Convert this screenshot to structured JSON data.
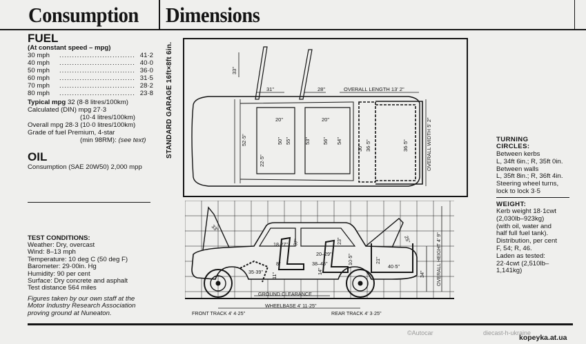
{
  "consumption": {
    "title": "Consumption",
    "fuel": {
      "heading": "FUEL",
      "subheading": "(At constant speed – mpg)",
      "rows": [
        {
          "speed": "30 mph",
          "mpg": "41·2"
        },
        {
          "speed": "40 mph",
          "mpg": "40·0"
        },
        {
          "speed": "50 mph",
          "mpg": "36·0"
        },
        {
          "speed": "60 mph",
          "mpg": "31·5"
        },
        {
          "speed": "70 mph",
          "mpg": "28·2"
        },
        {
          "speed": "80 mph",
          "mpg": "23·8"
        }
      ],
      "typical_label": "Typical mpg",
      "typical_value": "32 (8·8 litres/100km)",
      "calculated_line1": "Calculated (DIN) mpg 27·3",
      "calculated_line2": "(10·4 litres/100km)",
      "overall": "Overall mpg 28·3 (10·0 litres/100km)",
      "grade_line1": "Grade of fuel Premium, 4-star",
      "grade_line2_plain": "(min 98RM):",
      "grade_line2_italic": "(see text)"
    },
    "oil": {
      "heading": "OIL",
      "consumption": "Consumption (SAE 20W50) 2,000 mpp"
    },
    "test_conditions": {
      "heading": "TEST CONDITIONS:",
      "lines": [
        "Weather: Dry, overcast",
        "Wind: 8–13 mph",
        "Temperature: 10 deg C (50 deg F)",
        "Barometer: 29·00in. Hg",
        "Humidity: 90 per cent",
        "Surface: Dry concrete and asphalt",
        "Test distance 564 miles"
      ]
    },
    "footnote": [
      "Figures taken by our own staff at the",
      "Motor Industry Research Association",
      "proving ground at Nuneaton."
    ]
  },
  "dimensions": {
    "title": "Dimensions",
    "garage": "STANDARD GARAGE 16ft×8ft 6in.",
    "plan_labels": {
      "overall_length": "OVERALL LENGTH 13' 2\"",
      "overall_width": "OVERALL WIDTH 5' 2\"",
      "boot_opening": "33\"",
      "d31": "31\"",
      "d28": "28\"",
      "d20a": "20\"",
      "d20b": "20\"",
      "d52": "52·5\"",
      "d50": "50\"",
      "d55": "55\"",
      "d53": "53\"",
      "d56": "56\"",
      "d54": "54\"",
      "d22": "22·5\"",
      "d30": "30\"",
      "d36": "36·5\"",
      "d365": "36·5\""
    },
    "side_labels": {
      "d33": "33\"",
      "d18": "18·27\"",
      "d37": "37\"",
      "d35": "35·39\"",
      "d8": "8\"",
      "d11": "11\"",
      "d20_29": "20–29\"",
      "d38_45": "38–45\"",
      "d14": "14\"",
      "d23": "23\"",
      "d10": "10·5\"",
      "d21": "21\"",
      "d40": "40·5\"",
      "d34": "34\"",
      "d25": "25\"",
      "overall_height": "OVERALL HEIGHT 4' 9\"",
      "ground_clearance": "GROUND CLEARANCE",
      "wheelbase": "WHEELBASE 4' 11·25\"",
      "front_track": "FRONT TRACK 4' 4·25\"",
      "rear_track": "REAR TRACK 4' 3·25\""
    }
  },
  "turning": {
    "heading_line1": "TURNING",
    "heading_line2": "CIRCLES:",
    "lines": [
      "Between kerbs",
      "L, 34ft 6in.; R, 35ft 0in.",
      "Between walls",
      "L, 35ft 8in.; R, 36ft 4in.",
      "Steering wheel turns,",
      "lock to lock 3·5"
    ]
  },
  "weight": {
    "heading": "WEIGHT:",
    "lines": [
      "Kerb weight 18·1cwt",
      "(2,030lb–923kg)",
      "(with oil, water and",
      "half full fuel tank).",
      "Distribution, per cent",
      "F, 54; R, 46.",
      "Laden as tested:",
      "22·4cwt (2,510lb–",
      "1,141kg)"
    ]
  },
  "watermarks": {
    "autocar": "©Autocar",
    "diecast": "diecast-h-ukraine",
    "kopeyka": "kopeyka.at.ua"
  }
}
